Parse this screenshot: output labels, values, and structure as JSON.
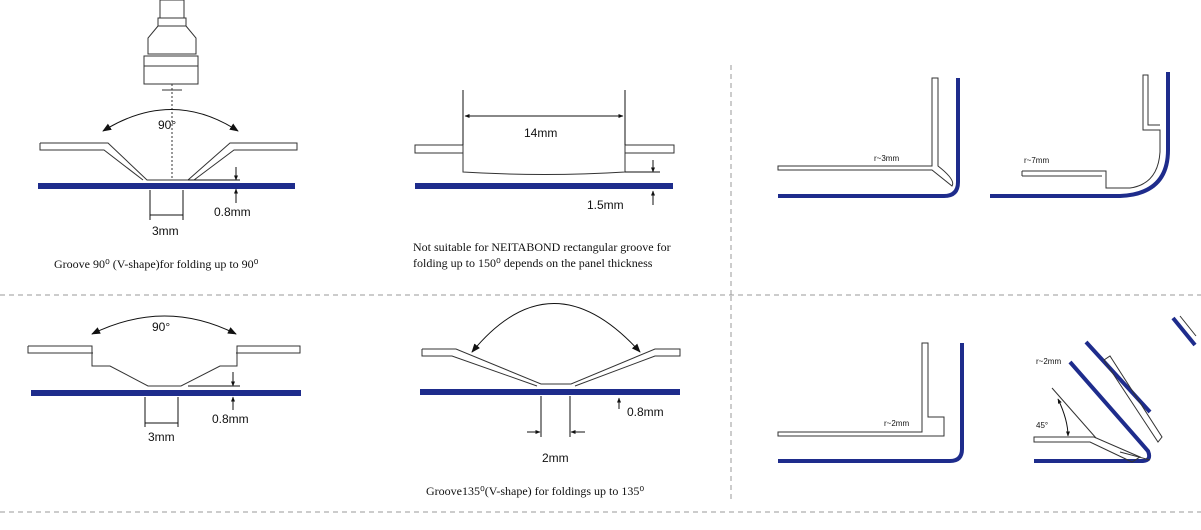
{
  "colors": {
    "panel": "#1e2c8c",
    "line": "#333333",
    "divider": "#9a9a9a"
  },
  "cells": {
    "v90": {
      "angle_label": "90°",
      "dim_depth": "0.8mm",
      "dim_bottom": "3mm",
      "caption": "Groove 90⁰ (V-shape)for folding up to 90⁰"
    },
    "rect": {
      "dim_width": "14mm",
      "dim_depth": "1.5mm",
      "caption": "Not suitable for NEITABOND rectangular groove for folding up to 150⁰ depends on the panel thickness"
    },
    "bends_top": {
      "label_left": "r~3mm",
      "label_right": "r~7mm"
    },
    "v90b": {
      "angle_label": "90°",
      "dim_depth": "0.8mm",
      "dim_bottom": "3mm"
    },
    "v135": {
      "dim_depth": "0.8mm",
      "dim_bottom": "2mm",
      "caption": "Groove135⁰(V-shape) for foldings up to 135⁰"
    },
    "bends_bottom": {
      "label_left": "r~2mm",
      "label_right": "r~2mm",
      "angle_label": "45°"
    }
  }
}
